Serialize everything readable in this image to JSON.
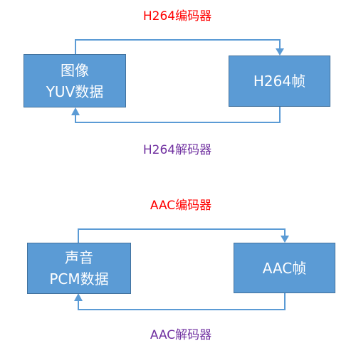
{
  "top_diagram": {
    "encoder_label": "H264编码器",
    "decoder_label": "H264解码器",
    "source_box": {
      "line1": "图像",
      "line2": "YUV数据"
    },
    "target_box": {
      "line1": "H264帧"
    }
  },
  "bottom_diagram": {
    "encoder_label": "AAC编码器",
    "decoder_label": "AAC解码器",
    "source_box": {
      "line1": "声音",
      "line2": "PCM数据"
    },
    "target_box": {
      "line1": "AAC帧"
    }
  },
  "colors": {
    "box_fill": "#5b9bd5",
    "box_border": "#41719c",
    "encoder_text": "#ff0000",
    "decoder_text": "#7030a0"
  }
}
